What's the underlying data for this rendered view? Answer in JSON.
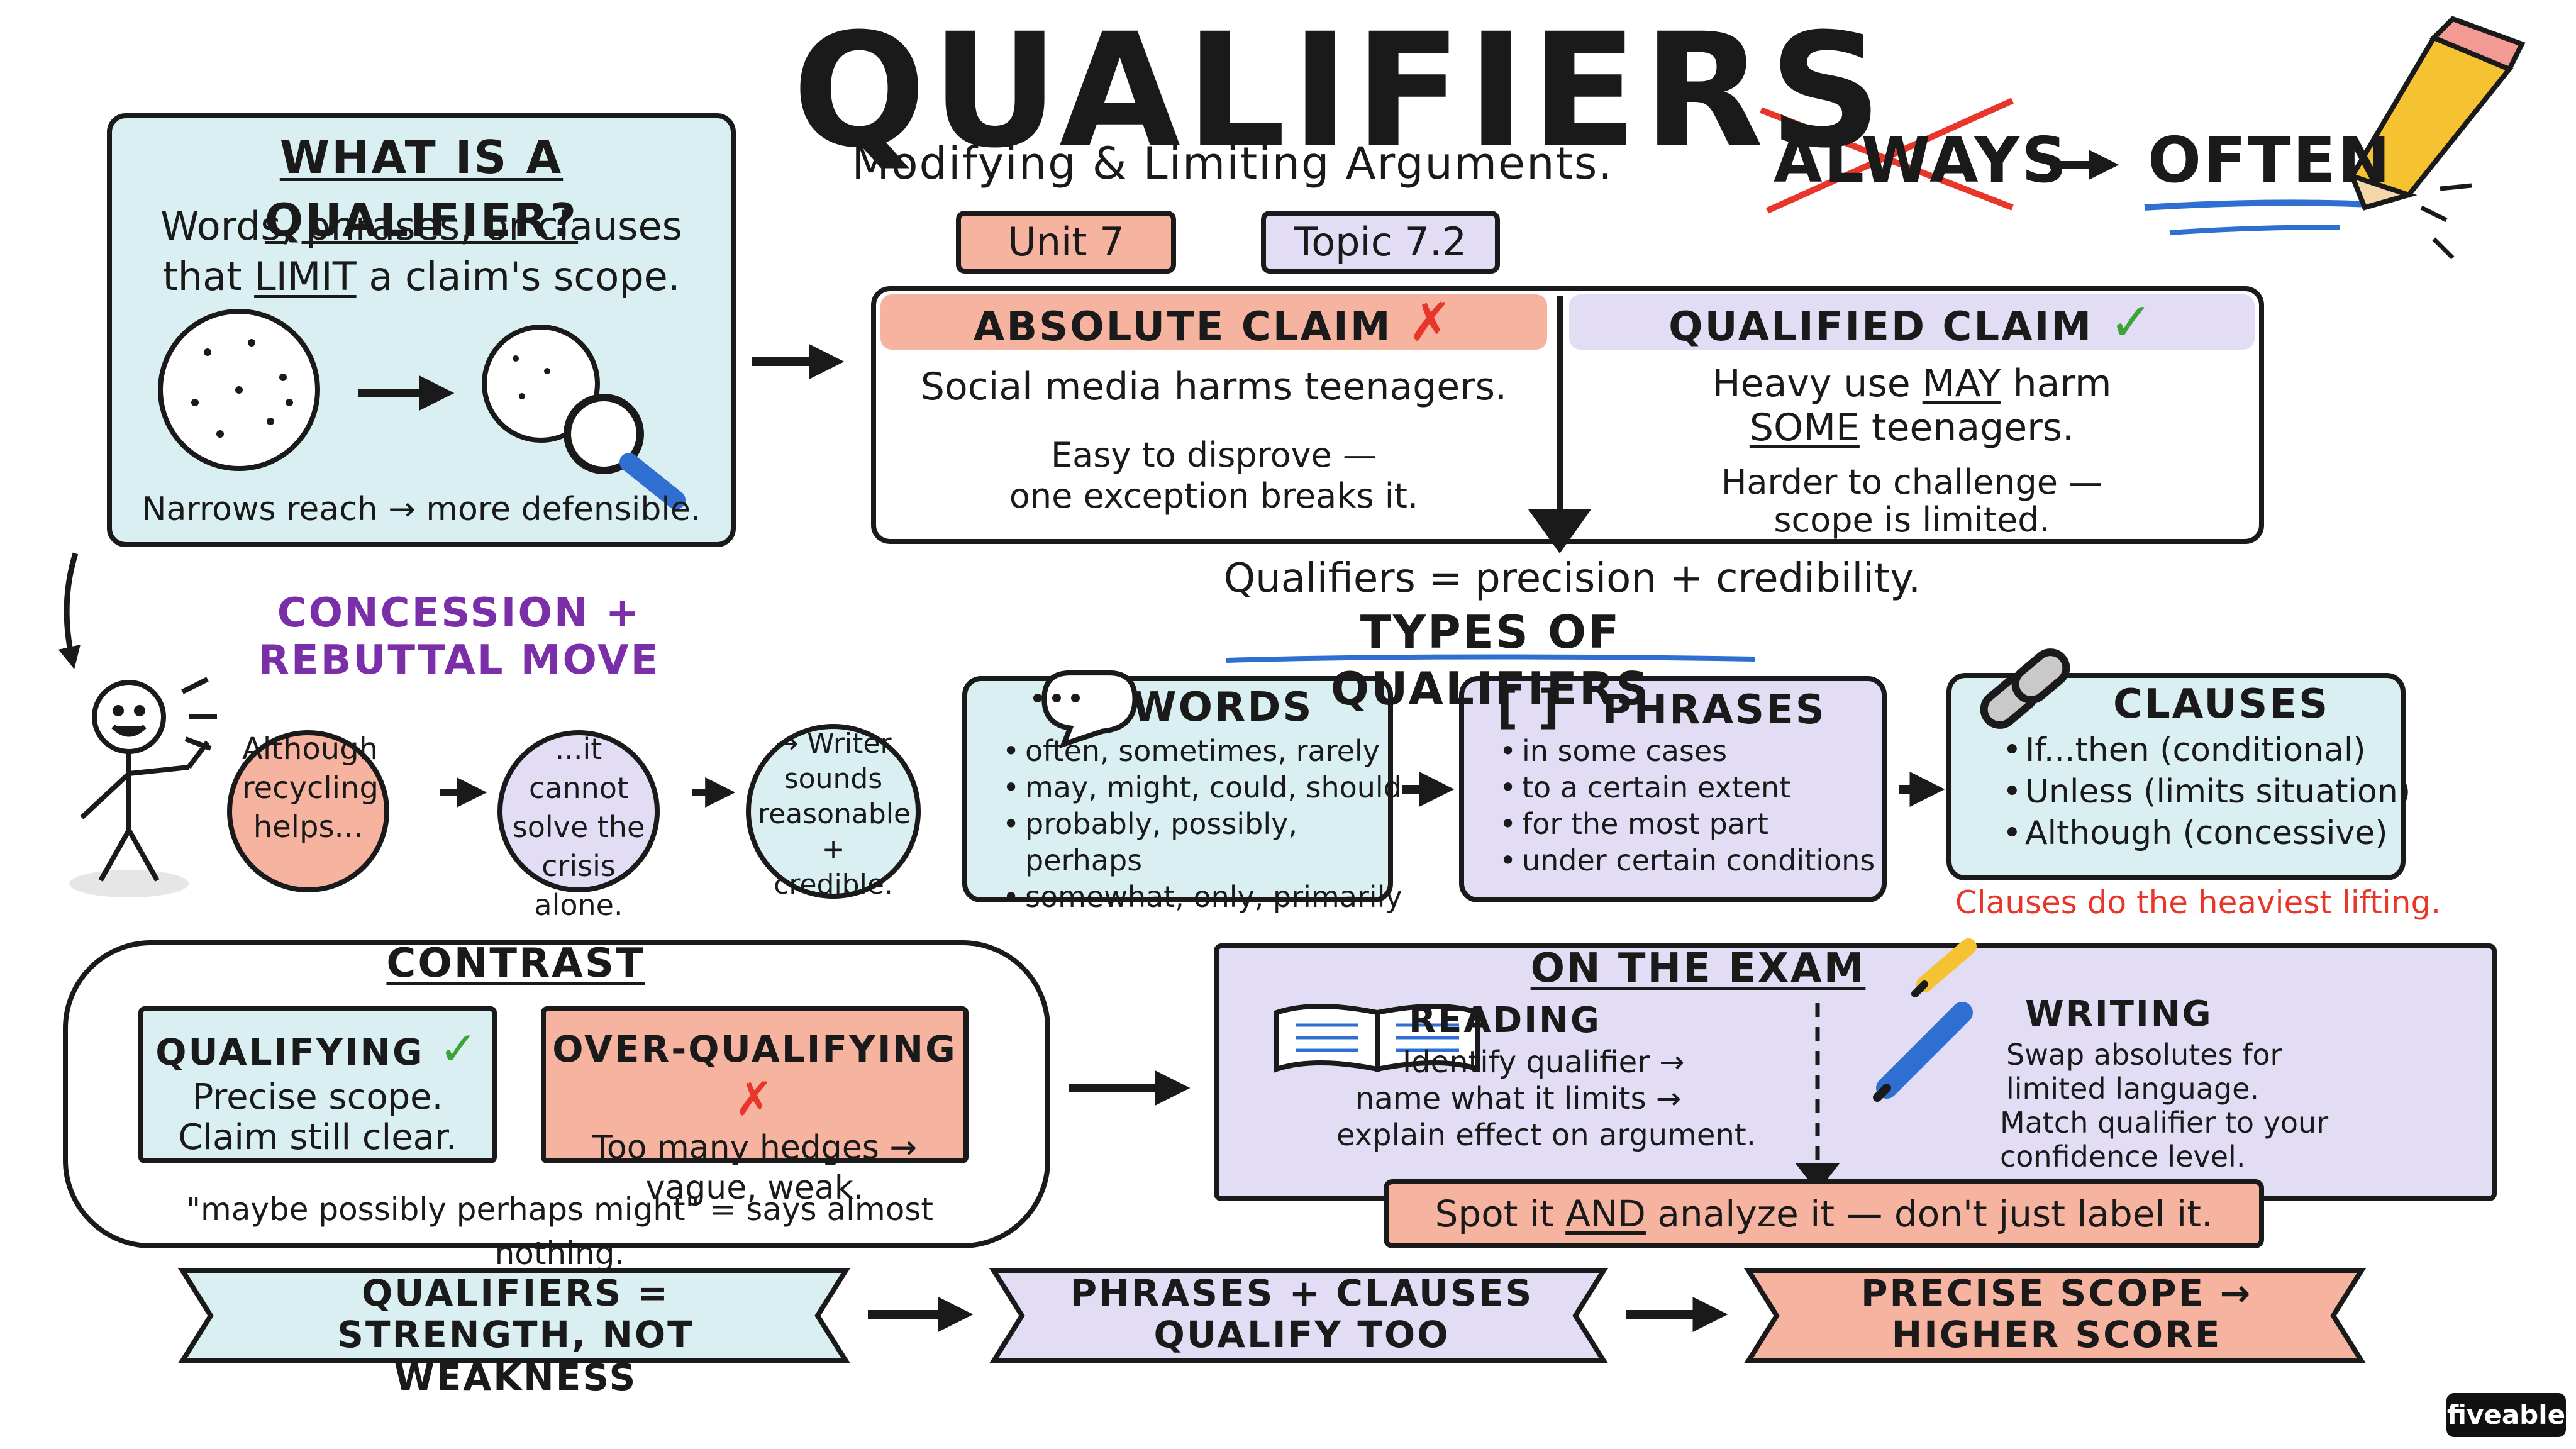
{
  "header": {
    "title": "QUALIFIERS",
    "subtitle": "Modifying & Limiting Arguments.",
    "unit": "Unit 7",
    "topic": "Topic 7.2",
    "always_word": "ALWAYS",
    "often_word": "OFTEN"
  },
  "what_is": {
    "heading": "WHAT IS A QUALIFIER?",
    "line1": "Words, phrases, or clauses",
    "line2_pre": "that",
    "line2_key": "LIMIT",
    "line2_post": "a claim's scope.",
    "caption": "Narrows reach → more defensible."
  },
  "absolute": {
    "heading": "ABSOLUTE CLAIM",
    "claim": "Social media harms teenagers.",
    "note1": "Easy to disprove —",
    "note2": "one exception breaks it."
  },
  "qualified": {
    "heading": "QUALIFIED CLAIM",
    "claim_pre": "Heavy use",
    "claim_key1": "MAY",
    "claim_mid": "harm",
    "claim_key2": "SOME",
    "claim_post": "teenagers.",
    "note1": "Harder to challenge —",
    "note2": "scope is limited."
  },
  "summary": "Qualifiers = precision + credibility.",
  "concession": {
    "heading1": "CONCESSION +",
    "heading2": "REBUTTAL MOVE",
    "step1": "Although recycling helps...",
    "step2": "...it cannot solve the crisis alone.",
    "step3": "→ Writer sounds reasonable + credible."
  },
  "types": {
    "heading": "TYPES OF QUALIFIERS",
    "words": {
      "heading": "WORDS",
      "items": [
        "often, sometimes, rarely",
        "may, might, could, should",
        "probably, possibly, perhaps",
        "somewhat, only, primarily"
      ]
    },
    "phrases": {
      "heading": "PHRASES",
      "bracket": "[ ]",
      "items": [
        "in some cases",
        "to a certain extent",
        "for the most part",
        "under certain conditions"
      ]
    },
    "clauses": {
      "heading": "CLAUSES",
      "items": [
        "If...then (conditional)",
        "Unless (limits situation)",
        "Although (concessive)"
      ],
      "note": "Clauses do the heaviest lifting."
    }
  },
  "contrast": {
    "heading": "CONTRAST",
    "qualifying": {
      "heading": "QUALIFYING",
      "line1": "Precise scope.",
      "line2": "Claim still clear."
    },
    "over": {
      "heading": "OVER-QUALIFYING",
      "line1": "Too many hedges →",
      "line2": "vague, weak."
    },
    "quote": "\"maybe possibly perhaps might\" = says almost nothing."
  },
  "exam": {
    "heading": "ON THE EXAM",
    "reading": {
      "heading": "READING",
      "line1": "Identify qualifier →",
      "line2": "name what it limits →",
      "line3": "explain effect on argument."
    },
    "writing": {
      "heading": "WRITING",
      "line1": "Swap absolutes for",
      "line2": "limited language.",
      "line3": "Match qualifier to your",
      "line4": "confidence level."
    },
    "banner_pre": "Spot it",
    "banner_key": "AND",
    "banner_post": "analyze it — don't just label it."
  },
  "takeaways": [
    {
      "line1": "QUALIFIERS =",
      "line2": "STRENGTH, NOT WEAKNESS"
    },
    {
      "line1": "PHRASES + CLAUSES",
      "line2": "QUALIFY TOO"
    },
    {
      "line1": "PRECISE SCOPE →",
      "line2": "HIGHER SCORE"
    }
  ],
  "brand": "fiveable",
  "colors": {
    "blue_fill": "#d9eff1",
    "purple_fill": "#e3dcf5",
    "salmon_fill": "#f6b4a0",
    "purple_text": "#7a2fa8",
    "red": "#e8372a",
    "green": "#3aa535",
    "accent_blue": "#2f6fd1"
  }
}
